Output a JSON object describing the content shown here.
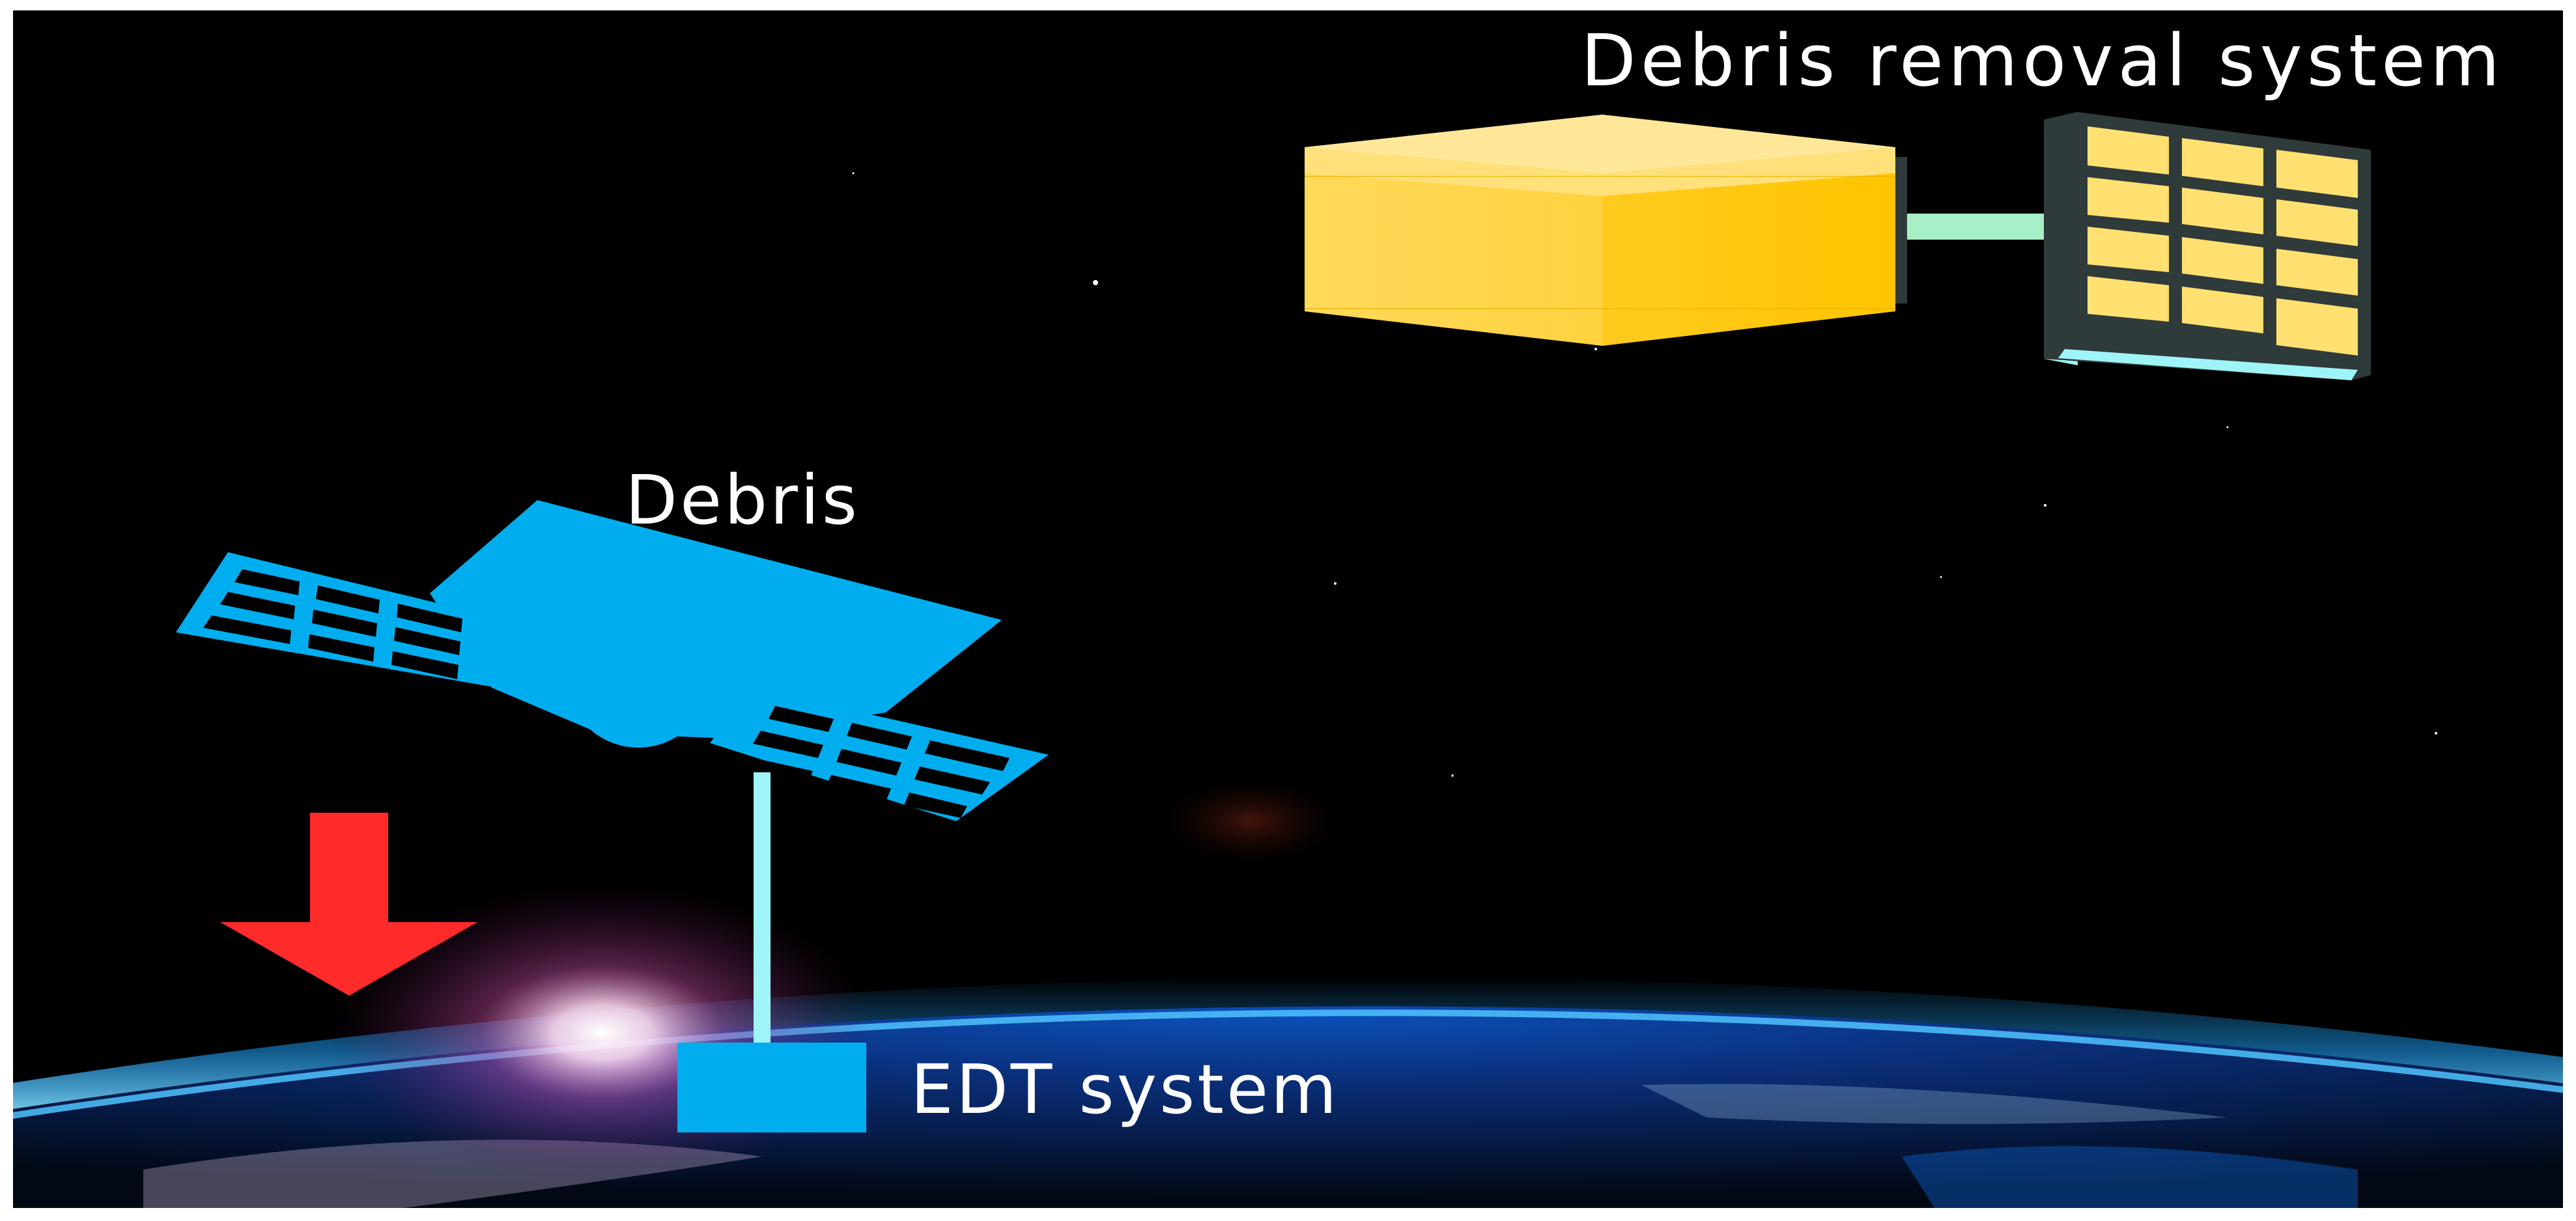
{
  "labels": {
    "removal_system": "Debris removal system",
    "debris": "Debris",
    "edt_system": "EDT system"
  },
  "icons": {
    "earth": "earth-horizon",
    "removal_spacecraft": "box-satellite-with-solar-panel",
    "debris_satellite": "satellite-with-two-solar-wings",
    "tether": "tether-line",
    "edt_module": "square-module",
    "deorbit_arrow": "down-arrow"
  },
  "colors": {
    "space_background": "#000000",
    "label_text": "#ffffff",
    "removal_box_front": "#FFD23F",
    "removal_box_top": "#FFE79A",
    "removal_panel_cells": "#FFE070",
    "removal_panel_frame": "#2F3A3A",
    "removal_panel_edge": "#9FF4F7",
    "connector_arm": "#A8EFC8",
    "debris_satellite": "#00AEEF",
    "tether": "#9FF4F7",
    "deorbit_arrow": "#FF2A2A",
    "earth_glow": "#1FA3FF"
  }
}
